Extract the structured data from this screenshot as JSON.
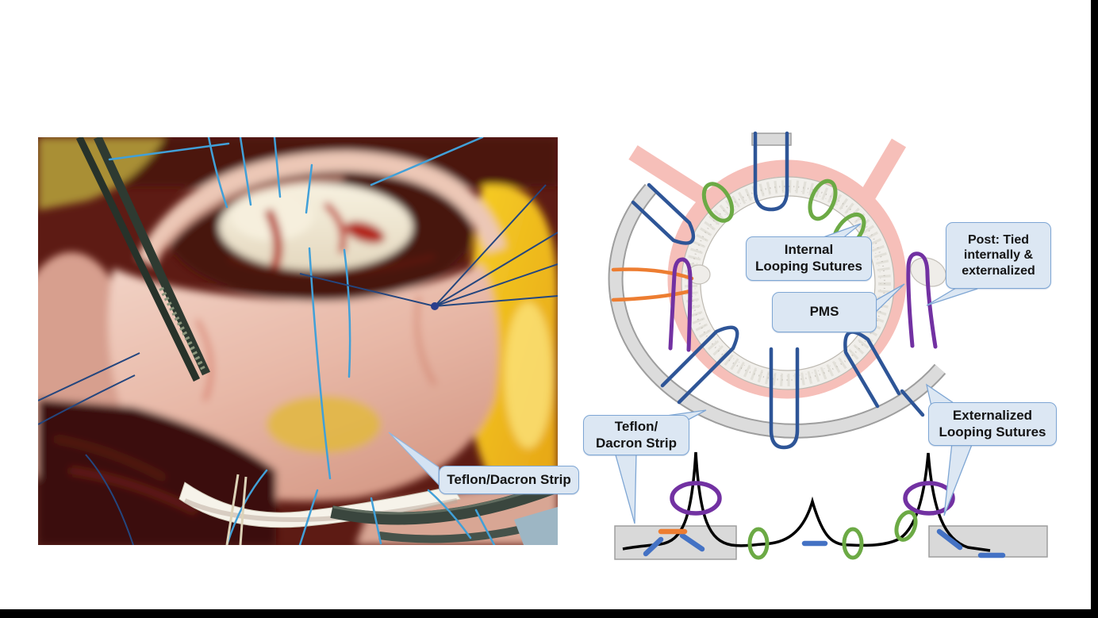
{
  "slide": {
    "background": "#ffffff",
    "frame_color": "#000000",
    "description": "Surgical figure: intraoperative photo (left) and suture-technique schematic (right)"
  },
  "photo": {
    "content": "intraoperative surgical field with sutures, forceps and prosthetic strip",
    "callout": "Teflon/Dacron Strip"
  },
  "diagram": {
    "callouts": {
      "internal_looping": "Internal\nLooping Sutures",
      "pms": "PMS",
      "post": "Post: Tied\ninternally &\nexternalized",
      "teflon_dacron": "Teflon/\nDacron Strip",
      "externalized_looping": "Externalized\nLooping Sutures"
    },
    "colors": {
      "callout_fill": "#dce7f3",
      "callout_border": "#7ea6d4",
      "annulus_pink": "#f6bfb9",
      "pms_ring_white": "#f1efeb",
      "strip_gray": "#d9d9d9",
      "strip_border": "#9e9e9e",
      "suture_blue": "#2e5597",
      "loop_green": "#6caa45",
      "post_purple": "#7231a2",
      "suture_orange": "#ed7d31",
      "profile_black": "#000000"
    }
  }
}
